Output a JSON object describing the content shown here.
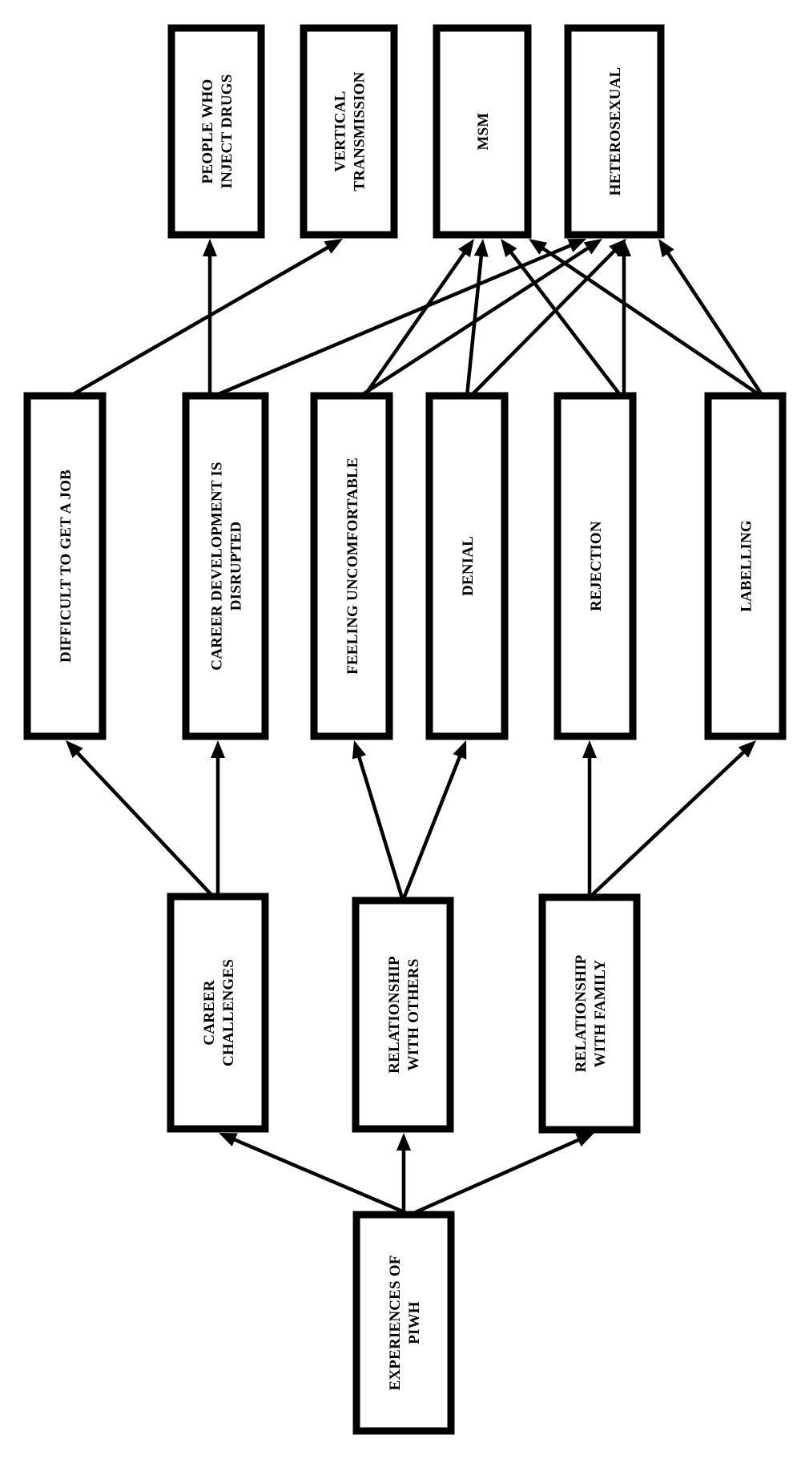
{
  "diagram": {
    "nodes": [
      {
        "id": "root",
        "label_lines": [
          "EXPERIENCES OF",
          "PIWH"
        ]
      },
      {
        "id": "career",
        "label_lines": [
          "CAREER",
          "CHALLENGES"
        ]
      },
      {
        "id": "others",
        "label_lines": [
          "RELATIONSHIP",
          "WITH OTHERS"
        ]
      },
      {
        "id": "family",
        "label_lines": [
          "RELATIONSHIP",
          "WITH FAMILY"
        ]
      },
      {
        "id": "job",
        "label_lines": [
          "DIFFICULT TO GET A JOB"
        ]
      },
      {
        "id": "develop",
        "label_lines": [
          "CAREER DEVELOPMENT IS",
          "DISRUPTED"
        ]
      },
      {
        "id": "uncomf",
        "label_lines": [
          "FEELING UNCOMFORTABLE"
        ]
      },
      {
        "id": "denial",
        "label_lines": [
          "DENIAL"
        ]
      },
      {
        "id": "reject",
        "label_lines": [
          "REJECTION"
        ]
      },
      {
        "id": "label",
        "label_lines": [
          "LABELLING"
        ]
      },
      {
        "id": "pwid",
        "label_lines": [
          "PEOPLE WHO",
          "INJECT DRUGS"
        ]
      },
      {
        "id": "vertical",
        "label_lines": [
          "VERTICAL",
          "TRANSMISSION"
        ]
      },
      {
        "id": "msm",
        "label_lines": [
          "MSM"
        ]
      },
      {
        "id": "hetero",
        "label_lines": [
          "HETEROSEXUAL"
        ]
      }
    ],
    "edges": [
      {
        "from": "root",
        "to": "career"
      },
      {
        "from": "root",
        "to": "others"
      },
      {
        "from": "root",
        "to": "family"
      },
      {
        "from": "career",
        "to": "job"
      },
      {
        "from": "career",
        "to": "develop"
      },
      {
        "from": "others",
        "to": "uncomf"
      },
      {
        "from": "others",
        "to": "denial"
      },
      {
        "from": "family",
        "to": "reject"
      },
      {
        "from": "family",
        "to": "label"
      },
      {
        "from": "job",
        "to": "vertical"
      },
      {
        "from": "develop",
        "to": "pwid"
      },
      {
        "from": "develop",
        "to": "hetero"
      },
      {
        "from": "uncomf",
        "to": "msm"
      },
      {
        "from": "uncomf",
        "to": "hetero"
      },
      {
        "from": "denial",
        "to": "msm"
      },
      {
        "from": "denial",
        "to": "hetero"
      },
      {
        "from": "reject",
        "to": "msm"
      },
      {
        "from": "reject",
        "to": "hetero"
      },
      {
        "from": "label",
        "to": "msm"
      },
      {
        "from": "label",
        "to": "hetero"
      }
    ]
  }
}
